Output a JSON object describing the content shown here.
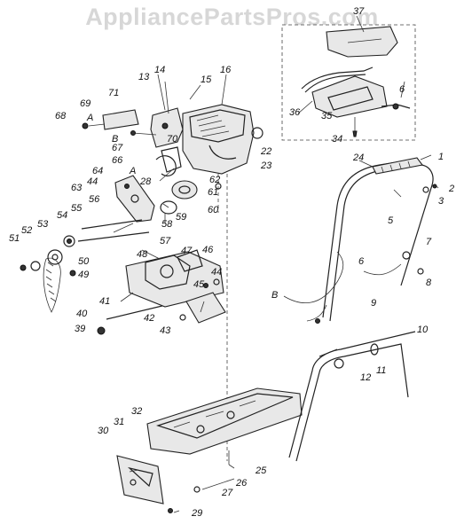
{
  "watermark": "AppliancePartsPros.com",
  "callouts": [
    {
      "id": "c1",
      "label": "1"
    },
    {
      "id": "c2",
      "label": "2"
    },
    {
      "id": "c3",
      "label": "3"
    },
    {
      "id": "c5",
      "label": "5"
    },
    {
      "id": "c6a",
      "label": "6"
    },
    {
      "id": "c6b",
      "label": "6"
    },
    {
      "id": "c7",
      "label": "7"
    },
    {
      "id": "c8",
      "label": "8"
    },
    {
      "id": "c9",
      "label": "9"
    },
    {
      "id": "c10",
      "label": "10"
    },
    {
      "id": "c11",
      "label": "11"
    },
    {
      "id": "c12",
      "label": "12"
    },
    {
      "id": "c13",
      "label": "13"
    },
    {
      "id": "c14",
      "label": "14"
    },
    {
      "id": "c15",
      "label": "15"
    },
    {
      "id": "c16",
      "label": "16"
    },
    {
      "id": "c22",
      "label": "22"
    },
    {
      "id": "c23",
      "label": "23"
    },
    {
      "id": "c24",
      "label": "24"
    },
    {
      "id": "c25",
      "label": "25"
    },
    {
      "id": "c26",
      "label": "26"
    },
    {
      "id": "c27",
      "label": "27"
    },
    {
      "id": "c28",
      "label": "28"
    },
    {
      "id": "c29",
      "label": "29"
    },
    {
      "id": "c30",
      "label": "30"
    },
    {
      "id": "c31",
      "label": "31"
    },
    {
      "id": "c32",
      "label": "32"
    },
    {
      "id": "c34",
      "label": "34"
    },
    {
      "id": "c35",
      "label": "35"
    },
    {
      "id": "c36",
      "label": "36"
    },
    {
      "id": "c37",
      "label": "37"
    },
    {
      "id": "c39",
      "label": "39"
    },
    {
      "id": "c40",
      "label": "40"
    },
    {
      "id": "c41",
      "label": "41"
    },
    {
      "id": "c42",
      "label": "42"
    },
    {
      "id": "c43",
      "label": "43"
    },
    {
      "id": "c44a",
      "label": "44"
    },
    {
      "id": "c44b",
      "label": "44"
    },
    {
      "id": "c45",
      "label": "45"
    },
    {
      "id": "c46",
      "label": "46"
    },
    {
      "id": "c47",
      "label": "47"
    },
    {
      "id": "c48",
      "label": "48"
    },
    {
      "id": "c49",
      "label": "49"
    },
    {
      "id": "c50",
      "label": "50"
    },
    {
      "id": "c51",
      "label": "51"
    },
    {
      "id": "c52",
      "label": "52"
    },
    {
      "id": "c53",
      "label": "53"
    },
    {
      "id": "c54",
      "label": "54"
    },
    {
      "id": "c55",
      "label": "55"
    },
    {
      "id": "c56",
      "label": "56"
    },
    {
      "id": "c57",
      "label": "57"
    },
    {
      "id": "c58",
      "label": "58"
    },
    {
      "id": "c59",
      "label": "59"
    },
    {
      "id": "c60",
      "label": "60"
    },
    {
      "id": "c61",
      "label": "61"
    },
    {
      "id": "c62",
      "label": "62"
    },
    {
      "id": "c63",
      "label": "63"
    },
    {
      "id": "c64",
      "label": "64"
    },
    {
      "id": "c66",
      "label": "66"
    },
    {
      "id": "c67",
      "label": "67"
    },
    {
      "id": "c68",
      "label": "68"
    },
    {
      "id": "c69",
      "label": "69"
    },
    {
      "id": "c70",
      "label": "70"
    },
    {
      "id": "c71",
      "label": "71"
    },
    {
      "id": "cA1",
      "label": "A"
    },
    {
      "id": "cB1",
      "label": "B"
    },
    {
      "id": "cA2",
      "label": "A"
    },
    {
      "id": "cB2",
      "label": "B"
    }
  ]
}
